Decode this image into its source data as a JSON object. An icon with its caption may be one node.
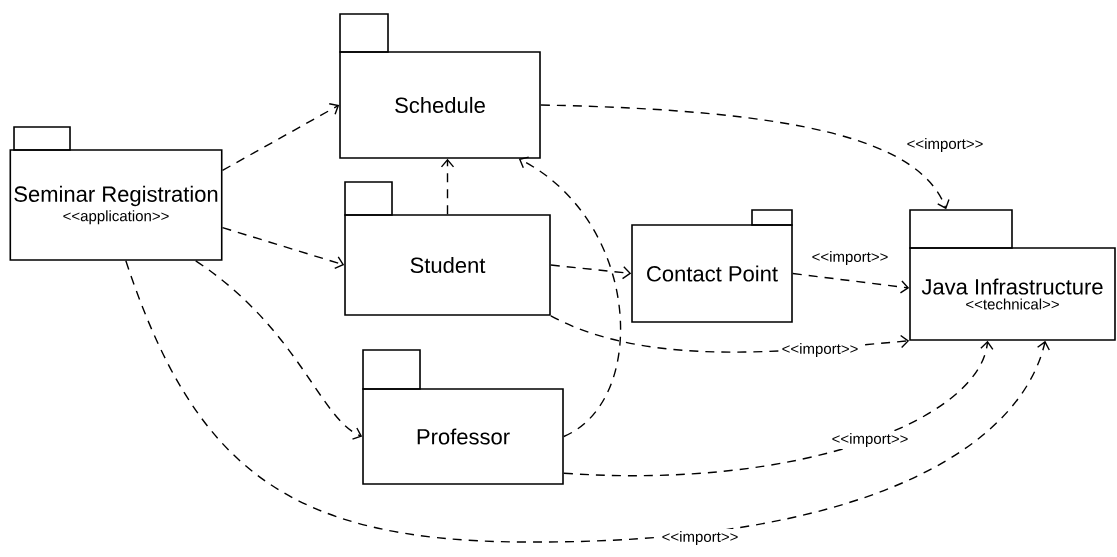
{
  "diagram": {
    "nodes": [
      {
        "text": [
          "Schedule"
        ]
      },
      {
        "text": [
          "Seminar Registration",
          "<<application>>"
        ]
      },
      {
        "text": [
          "Student"
        ]
      },
      {
        "text": [
          "Contact Point"
        ]
      },
      {
        "text": [
          "Java Infrastructure",
          "<<technical>>"
        ]
      },
      {
        "text": [
          "Professor"
        ]
      }
    ],
    "edges": [
      {
        "from": 1,
        "to": 0,
        "arrow": "to",
        "style": "dashed"
      },
      {
        "from": 1,
        "to": 2,
        "arrow": "to",
        "style": "dashed"
      },
      {
        "from": 1,
        "to": 5,
        "arrow": "to",
        "style": "dashed"
      },
      {
        "from": 1,
        "to": 4,
        "arrow": "to",
        "style": "dashed",
        "label": "<<import>>"
      },
      {
        "from": 0,
        "to": 4,
        "arrow": "to",
        "style": "dashed",
        "label": "<<import>>"
      },
      {
        "from": 2,
        "to": 0,
        "arrow": "to",
        "style": "dashed"
      },
      {
        "from": 5,
        "to": 0,
        "arrow": "to",
        "style": "dashed"
      },
      {
        "from": 2,
        "to": 3,
        "arrow": "to",
        "style": "dashed"
      },
      {
        "from": 3,
        "to": 4,
        "arrow": "to",
        "style": "dashed",
        "label": "<<import>>"
      },
      {
        "from": 2,
        "to": 4,
        "arrow": "to",
        "style": "dashed",
        "label": "<<import>>"
      },
      {
        "from": 5,
        "to": 4,
        "arrow": "to",
        "style": "dashed",
        "label": "<<import>>"
      }
    ]
  }
}
